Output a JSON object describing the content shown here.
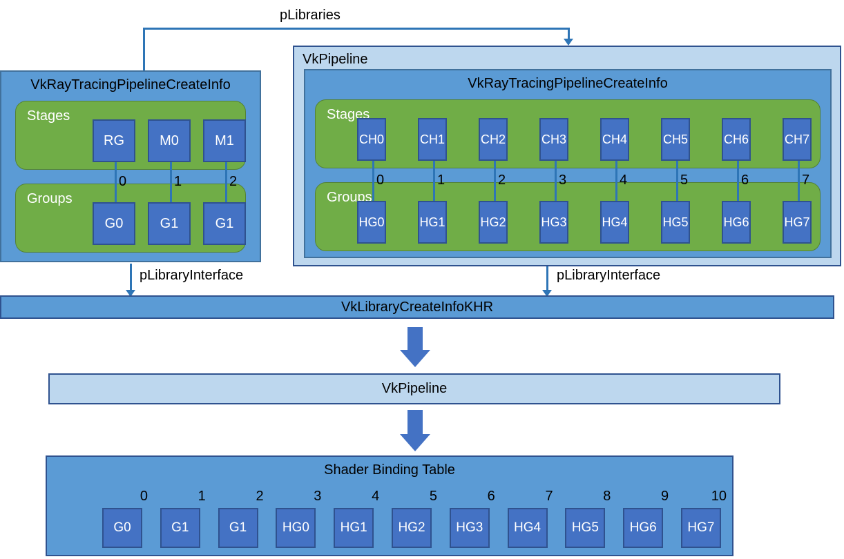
{
  "diagram": {
    "plibraries_label": "pLibraries",
    "plibrary_interface_left_label": "pLibraryInterface",
    "plibrary_interface_right_label": "pLibraryInterface",
    "library_box": {
      "title": "VkRayTracingPipelineCreateInfo",
      "stages_label": "Stages",
      "stages": [
        "RG",
        "M0",
        "M1"
      ],
      "indices": [
        "0",
        "1",
        "2"
      ],
      "groups_label": "Groups",
      "groups": [
        "G0",
        "G1",
        "G1"
      ]
    },
    "pipeline_box": {
      "title": "VkPipeline",
      "inner_title": "VkRayTracingPipelineCreateInfo",
      "stages_label": "Stages",
      "stages": [
        "CH0",
        "CH1",
        "CH2",
        "CH3",
        "CH4",
        "CH5",
        "CH6",
        "CH7"
      ],
      "indices": [
        "0",
        "1",
        "2",
        "3",
        "4",
        "5",
        "6",
        "7"
      ],
      "groups_label": "Groups",
      "groups": [
        "HG0",
        "HG1",
        "HG2",
        "HG3",
        "HG4",
        "HG5",
        "HG6",
        "HG7"
      ]
    },
    "library_bar_label": "VkLibraryCreateInfoKHR",
    "pipeline_bar_label": "VkPipeline",
    "shader_binding_table": {
      "title": "Shader Binding Table",
      "indices": [
        "0",
        "1",
        "2",
        "3",
        "4",
        "5",
        "6",
        "7",
        "8",
        "9",
        "10"
      ],
      "entries": [
        "G0",
        "G1",
        "G1",
        "HG0",
        "HG1",
        "HG2",
        "HG3",
        "HG4",
        "HG5",
        "HG6",
        "HG7"
      ]
    },
    "colors": {
      "background": "#FFFFFF",
      "box_blue": "#5B9BD5",
      "box_blue_border": "#41719C",
      "light_blue": "#BDD7EE",
      "dark_border": "#2F528F",
      "green": "#70AD47",
      "green_border": "#548235",
      "square_blue": "#4472C4",
      "connector_blue": "#2E75B6",
      "text_dark": "#000000",
      "text_light": "#FFFFFF"
    }
  }
}
